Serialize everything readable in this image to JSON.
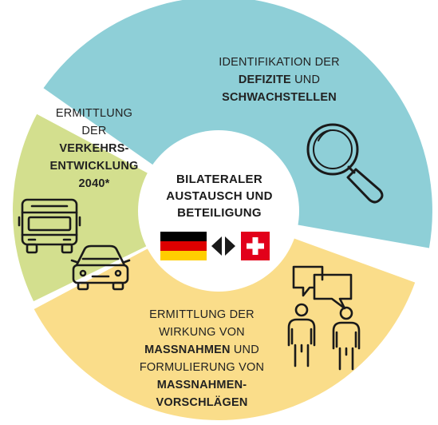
{
  "segments": {
    "identification": {
      "line1": "IDENTIFIKATION DER",
      "bold1": "DEFIZITE",
      "line2_rest": " UND",
      "bold2": "SCHWACHSTELLEN",
      "color": "#8ecfd7",
      "icon": "magnifier-icon"
    },
    "traffic": {
      "line1": "ERMITTLUNG",
      "line2": "DER",
      "bold1": "VERKEHRS-",
      "bold2": "ENTWICKLUNG",
      "bold3": "2040*",
      "color": "#d3df8e",
      "icons": [
        "truck-icon",
        "car-icon"
      ]
    },
    "measures": {
      "line1": "ERMITTLUNG DER",
      "line2": "WIRKUNG VON",
      "bold1": "MASSNAHMEN",
      "line3_rest": " UND",
      "line4": "FORMULIERUNG VON",
      "bold2": "MASSNAHMEN-",
      "bold3": "VORSCHLÄGEN",
      "color": "#fadd8a",
      "icon": "people-discussion-icon"
    }
  },
  "center": {
    "line1": "BILATERALER",
    "line2": "AUSTAUSCH UND",
    "line3": "BETEILIGUNG",
    "flags": [
      "germany-flag",
      "switzerland-flag"
    ],
    "flag_colors": {
      "de_black": "#000000",
      "de_red": "#dd0000",
      "de_gold": "#ffce00",
      "ch_red": "#e2001a"
    }
  }
}
